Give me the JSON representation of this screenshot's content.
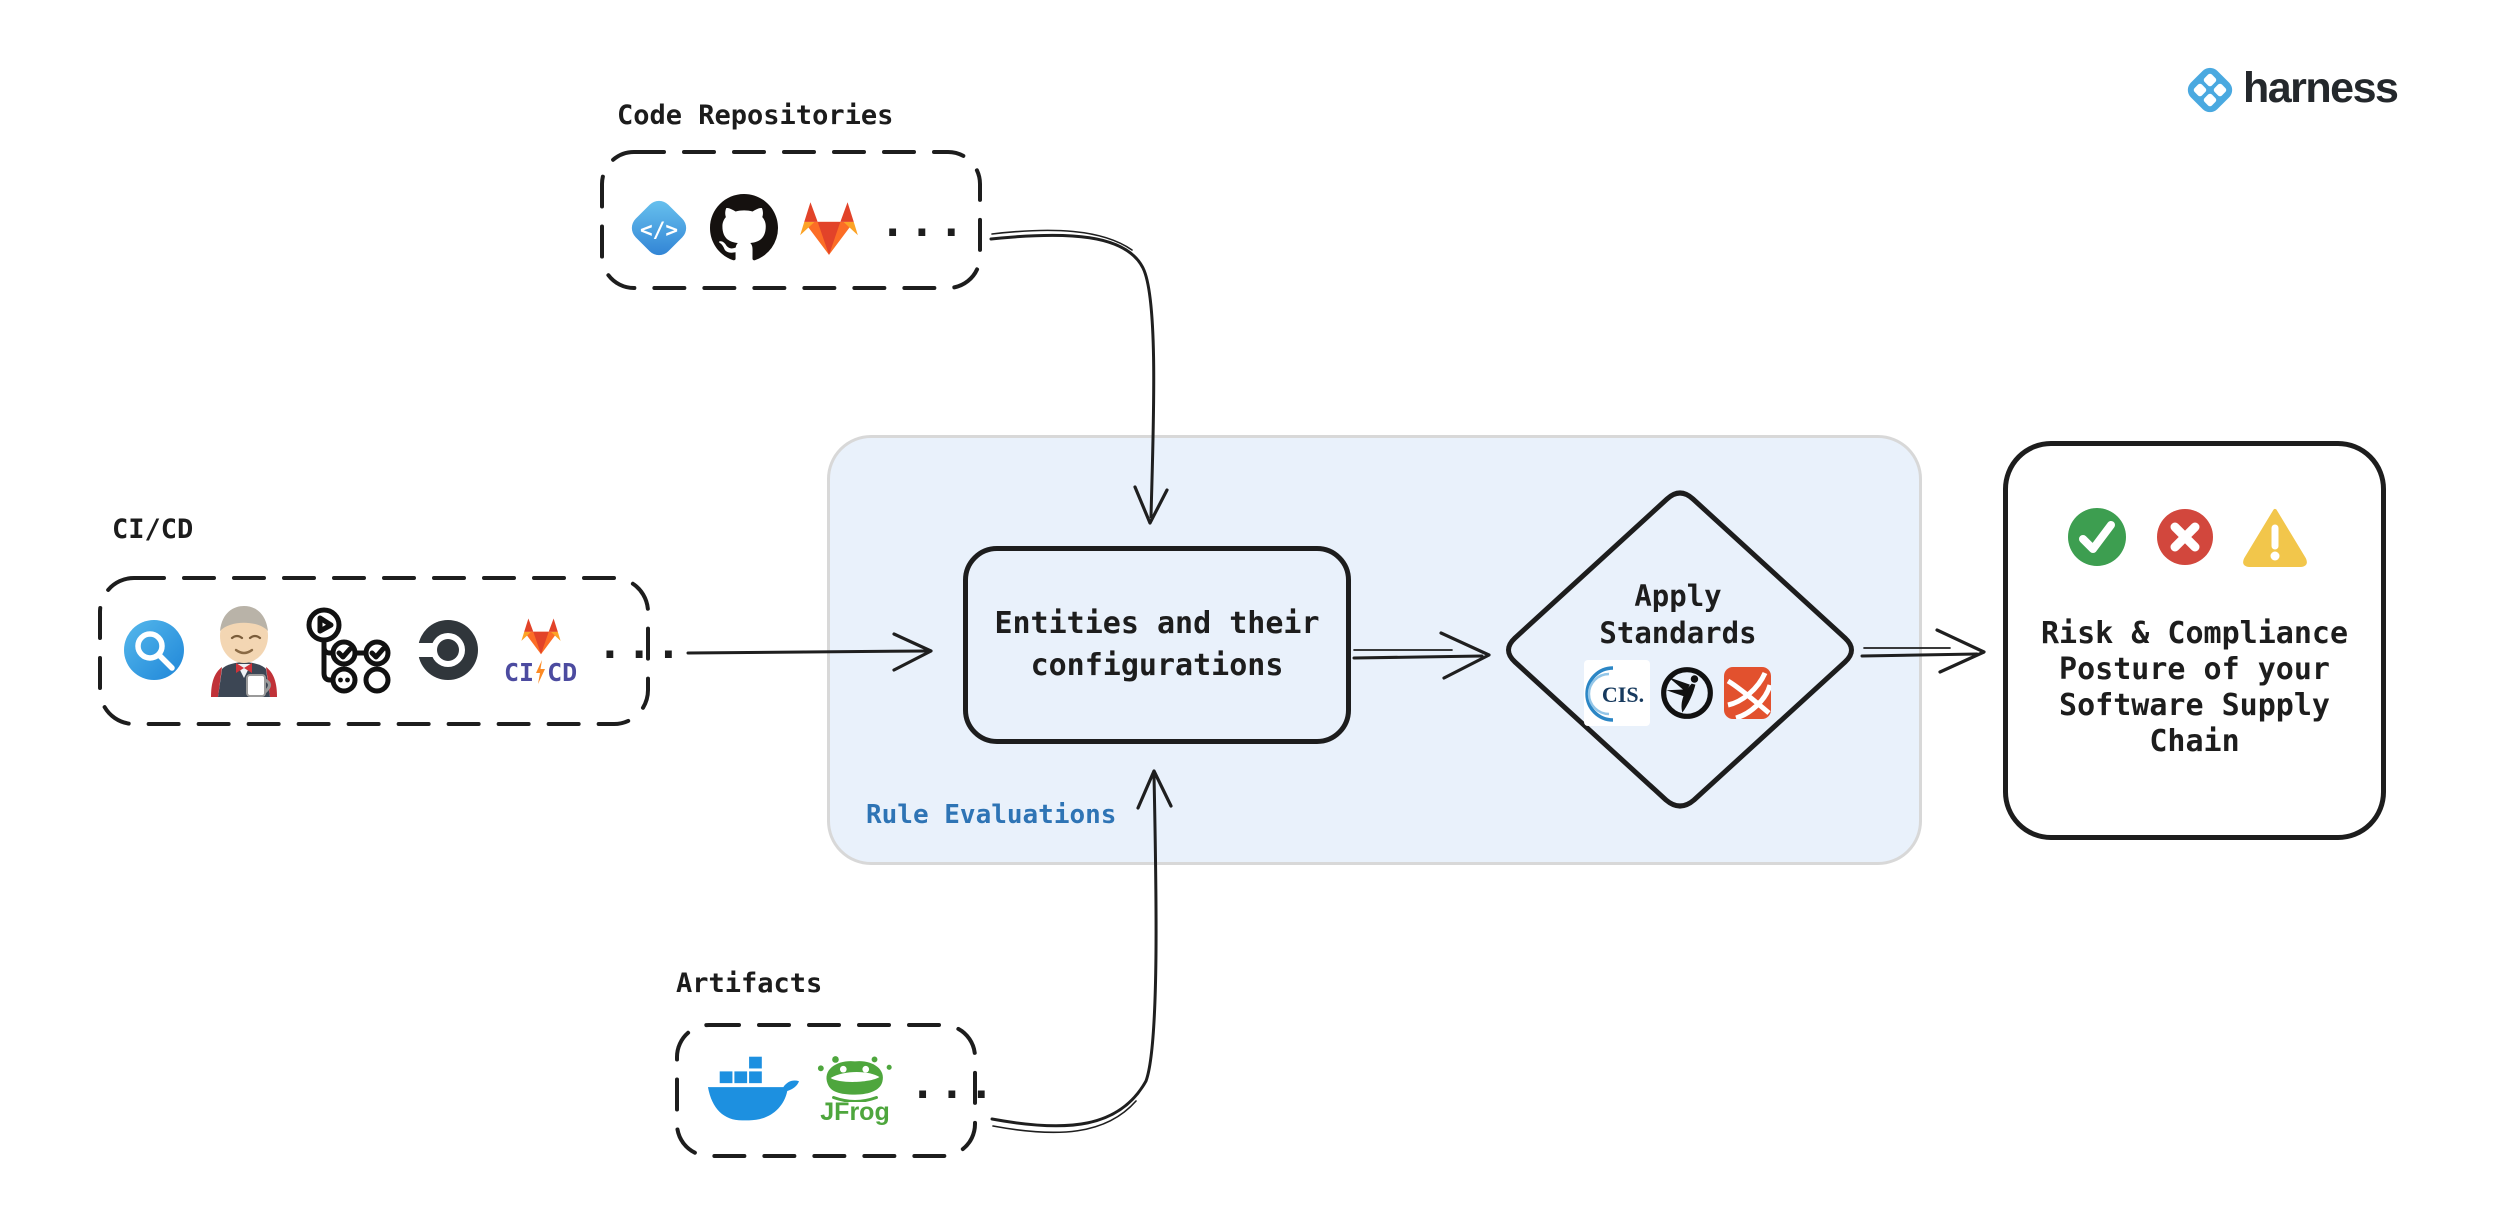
{
  "brand": {
    "name": "harness",
    "icon": "harness-logo-icon",
    "blue": "#4aa9e0"
  },
  "groups": {
    "code_repositories": {
      "label": "Code Repositories",
      "more": "...",
      "code_glyph": "</>",
      "icons": [
        "harness-code-icon",
        "github-icon",
        "gitlab-icon",
        "ellipsis"
      ]
    },
    "cicd": {
      "label": "CI/CD",
      "more": "...",
      "gitlab_ci": "CI",
      "gitlab_cd": "CD",
      "icons": [
        "harness-ci-icon",
        "jenkins-icon",
        "github-actions-icon",
        "circleci-icon",
        "gitlab-cicd-icon",
        "ellipsis"
      ]
    },
    "artifacts": {
      "label": "Artifacts",
      "more": "...",
      "jfrog_label": "JFrog",
      "icons": [
        "docker-icon",
        "jfrog-icon",
        "ellipsis"
      ]
    }
  },
  "panel": {
    "label": "Rule Evaluations",
    "fill": "#e9f1fb",
    "border": "#d8d8d8",
    "label_color": "#2e74b5"
  },
  "entities": {
    "line1": "Entities and their",
    "line2": "configurations"
  },
  "diamond": {
    "line1": "Apply",
    "line2": "Standards",
    "cis_label": "CIS.",
    "icons": [
      "cis-icon",
      "owasp-icon",
      "orange-ribbon-icon"
    ]
  },
  "result": {
    "icons": [
      "check-circle-icon",
      "x-circle-icon",
      "warning-triangle-icon"
    ],
    "lines": [
      "Risk & Compliance",
      "Posture of your",
      "Software Supply",
      "Chain"
    ]
  },
  "colors": {
    "ink": "#1d1d1d",
    "arrow": "#1f1f1f",
    "rule_label_blue": "#2e74b5",
    "success_green": "#3d9e50",
    "danger_red": "#d2473d",
    "warning_yellow": "#f2c64b",
    "docker_blue": "#1d90e0",
    "jfrog_green": "#4ea63d",
    "gitlab_red": "#e24329",
    "gitlab_orange": "#fc6d26",
    "gitlab_amber": "#fca326",
    "cicd_purple": "#4c4ba0",
    "circleci_dark": "#30363b",
    "cis_navy": "#173a5e",
    "orange_logo": "#e2512e",
    "harness_blue": "#4aa9e0"
  }
}
